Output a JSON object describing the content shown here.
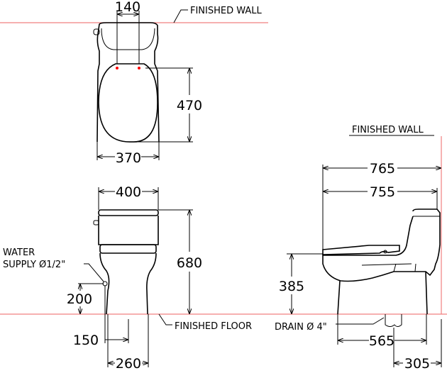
{
  "labels": {
    "finished_wall_top": "FINISHED  WALL",
    "finished_wall_side": "FINISHED  WALL",
    "finished_floor": "FINISHED  FLOOR",
    "water_supply_line1": "WATER",
    "water_supply_line2": "SUPPLY Ø1/2\"",
    "drain": "DRAIN Ø 4\""
  },
  "dimensions": {
    "top_bolt_spacing": "140",
    "top_seat_length": "470",
    "top_width": "370",
    "front_width": "400",
    "front_height": "680",
    "supply_height": "200",
    "supply_offset": "150",
    "base_width": "260",
    "side_total_depth": "765",
    "side_depth": "755",
    "seat_height": "385",
    "base_depth": "565",
    "rough_in": "305"
  },
  "colors": {
    "reference_line": "#f08080",
    "bolt_marker": "#ff0000"
  }
}
